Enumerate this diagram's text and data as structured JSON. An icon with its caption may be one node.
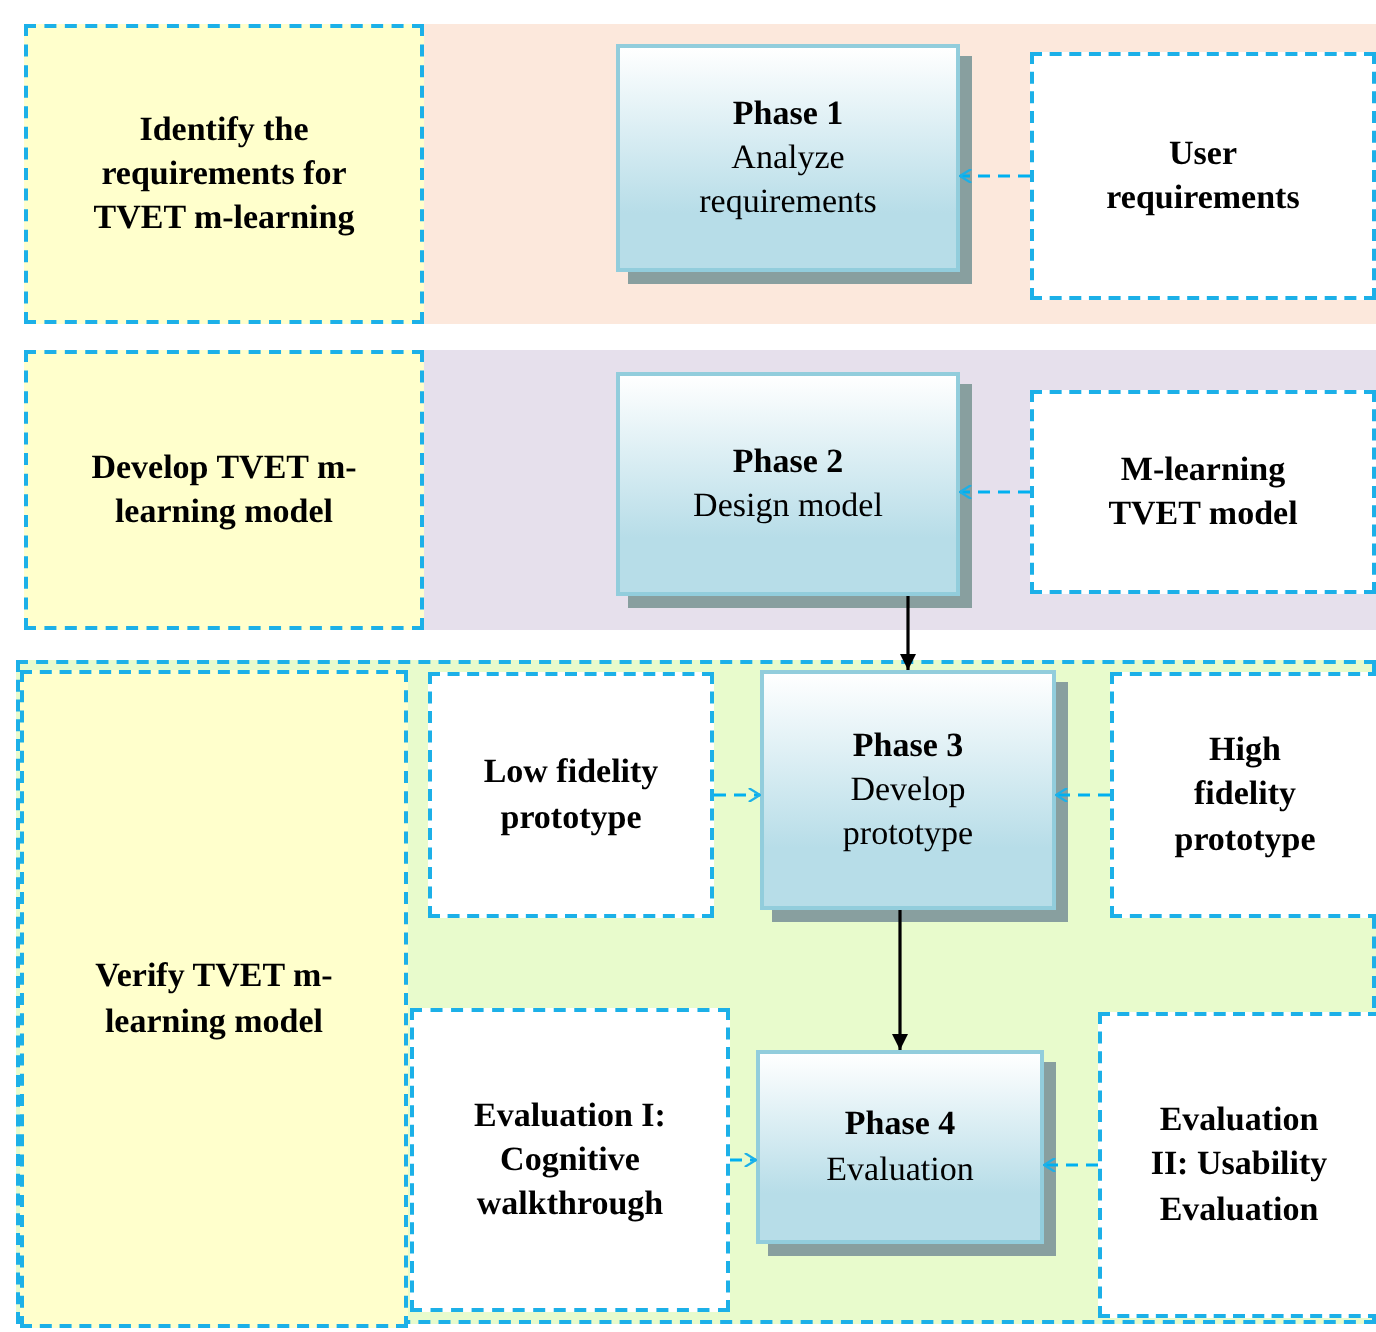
{
  "diagram": {
    "nodes": [
      {
        "text": [],
        "shape": "band"
      },
      {
        "text": [
          "Identify the requirements for TVET m-learning"
        ],
        "in": 0
      },
      {
        "text": [
          "Phase 1",
          "Analyze requirements"
        ],
        "in": 0
      },
      {
        "text": [
          "User requirements"
        ],
        "in": 0
      },
      {
        "text": [],
        "shape": "band"
      },
      {
        "text": [
          "Develop TVET m-learning model"
        ],
        "in": 4
      },
      {
        "text": [
          "Phase 2",
          "Design model"
        ],
        "in": 4
      },
      {
        "text": [
          "M-learning TVET model"
        ],
        "in": 4
      },
      {
        "text": [],
        "shape": "band"
      },
      {
        "text": [
          "Verify TVET m-learning model"
        ],
        "in": 8
      },
      {
        "text": [
          "Low fidelity prototype"
        ],
        "in": 8
      },
      {
        "text": [
          "Phase 3",
          "Develop prototype"
        ],
        "in": 8
      },
      {
        "text": [
          "High fidelity prototype"
        ],
        "in": 8
      },
      {
        "text": [
          "Evaluation I: Cognitive walkthrough"
        ],
        "in": 8
      },
      {
        "text": [
          "Phase 4",
          "Evaluation"
        ],
        "in": 8
      },
      {
        "text": [
          "Evaluation II: Usability Evaluation"
        ],
        "in": 8
      }
    ],
    "edges": [
      {
        "from": 3,
        "to": 2,
        "arrow": "to",
        "style": "dashed",
        "color": "#00b0f0"
      },
      {
        "from": 7,
        "to": 6,
        "arrow": "to",
        "style": "dashed",
        "color": "#00b0f0"
      },
      {
        "from": 6,
        "to": 11,
        "arrow": "to",
        "color": "#000000"
      },
      {
        "from": 10,
        "to": 11,
        "arrow": "to",
        "style": "dashed",
        "color": "#00b0f0"
      },
      {
        "from": 12,
        "to": 11,
        "arrow": "to",
        "style": "dashed",
        "color": "#00b0f0"
      },
      {
        "from": 11,
        "to": 14,
        "arrow": "to",
        "color": "#000000"
      },
      {
        "from": 13,
        "to": 14,
        "arrow": "to",
        "style": "dashed",
        "color": "#00b0f0"
      },
      {
        "from": 15,
        "to": 14,
        "arrow": "to",
        "style": "dashed",
        "color": "#00b0f0"
      }
    ]
  }
}
